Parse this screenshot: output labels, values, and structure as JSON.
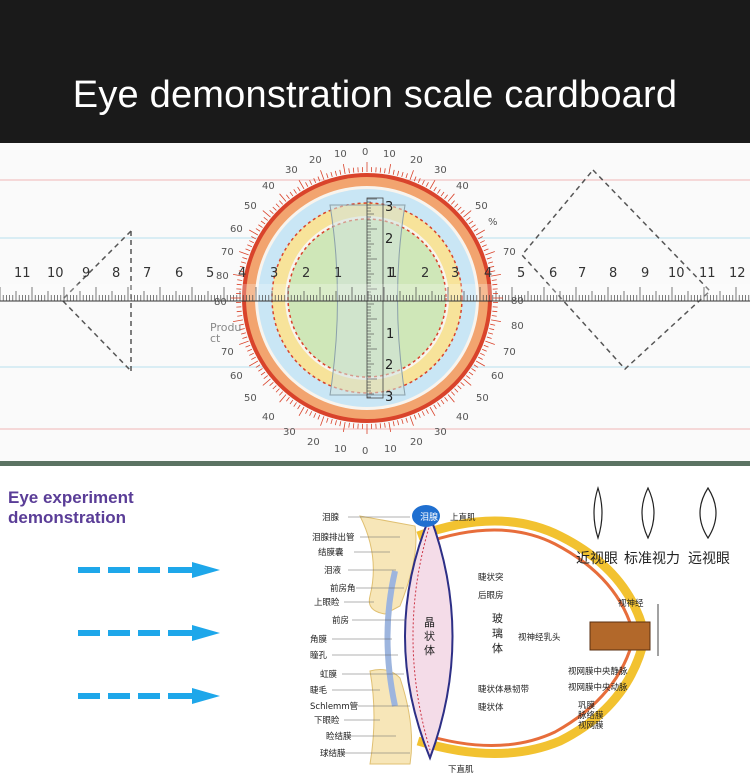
{
  "header": {
    "title": "Eye demonstration scale cardboard"
  },
  "scale": {
    "ruler_left_numbers": [
      "11",
      "10",
      "9",
      "8",
      "7",
      "6",
      "5",
      "4",
      "3",
      "2",
      "1"
    ],
    "ruler_right_numbers": [
      "1",
      "2",
      "3",
      "4",
      "5",
      "6",
      "7",
      "8",
      "9",
      "10",
      "11",
      "12"
    ],
    "dial_numbers_top": [
      "0",
      "10",
      "20",
      "30",
      "40",
      "50",
      "60",
      "70",
      "80"
    ],
    "dial_numbers_right": [
      "80",
      "70",
      "60",
      "50",
      "40",
      "30",
      "20",
      "10"
    ],
    "percent_sign": "%",
    "lens_scale_numbers": [
      "3",
      "2",
      "1"
    ],
    "product_label_1": "Produ",
    "product_label_2": "ct",
    "ring_colors": {
      "outer": "#e8663a",
      "orange": "#f2b27a",
      "blue": "#bfe0f2",
      "yellow": "#f7e39a",
      "green": "#cfe7b8",
      "red_border": "#d9432b"
    }
  },
  "demo": {
    "title_line1": "Eye experiment",
    "title_line2": "demonstration",
    "arrow_color": "#1ea7ea",
    "lens_types": [
      "近视眼",
      "标准视力",
      "远视眼"
    ],
    "labels_left": [
      "泪腺",
      "泪腺排出管",
      "结膜囊",
      "泪液",
      "前房角",
      "上眼睑",
      "前房",
      "角膜",
      "瞳孔",
      "虹膜",
      "睫毛",
      "Schlemm管",
      "下眼睑",
      "睑结膜",
      "球结膜"
    ],
    "labels_center": [
      "泪腺",
      "上直肌",
      "睫状突",
      "后眼房",
      "晶",
      "状",
      "体",
      "玻",
      "璃",
      "体",
      "睫状体悬韧带",
      "睫状体",
      "下直肌"
    ],
    "labels_right": [
      "视神经",
      "视神经乳头",
      "视网膜中央静脉",
      "视网膜中央动脉",
      "巩膜",
      "脉络膜",
      "视网膜"
    ]
  }
}
